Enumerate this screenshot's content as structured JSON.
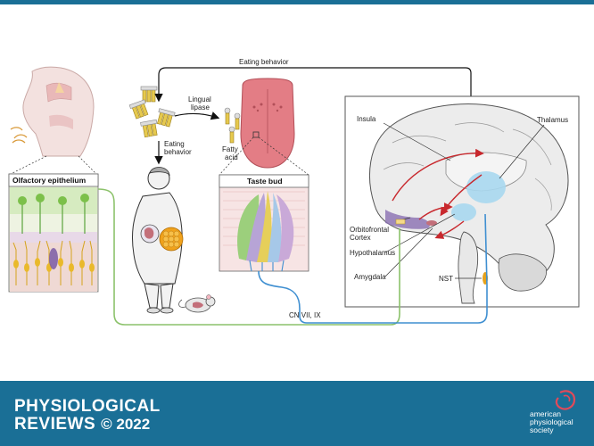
{
  "labels": {
    "eating_behavior_top": "Eating behavior",
    "lingual_lipase_1": "Lingual",
    "lingual_lipase_2": "lipase",
    "eating_behavior_left_1": "Eating",
    "eating_behavior_left_2": "behavior",
    "fatty_acid_1": "Fatty",
    "fatty_acid_2": "acid",
    "olfactory_epithelium": "Olfactory epithelium",
    "taste_bud": "Taste bud",
    "insula": "Insula",
    "thalamus": "Thalamus",
    "orbitofrontal_1": "Orbitofrontal",
    "orbitofrontal_2": "Cortex",
    "hypothalamus": "Hypothalamus",
    "amygdala": "Amygdala",
    "nst": "NST",
    "cn": "CN VII, IX"
  },
  "footer": {
    "journal_line1": "PHYSIOLOGICAL",
    "journal_line2": "REVIEWS",
    "year": "© 2022",
    "society_line1": "american",
    "society_line2": "physiological",
    "society_line3": "society"
  },
  "colors": {
    "footer": "#1a6f96",
    "green_nerve": "#8cc26b",
    "blue_nerve": "#3f8fd1",
    "pathway_red": "#c8282d",
    "tongue": "#e37d85",
    "hypothalamus_blue": "#a9d8ef",
    "cortex_purple": "#8a6fb1"
  }
}
